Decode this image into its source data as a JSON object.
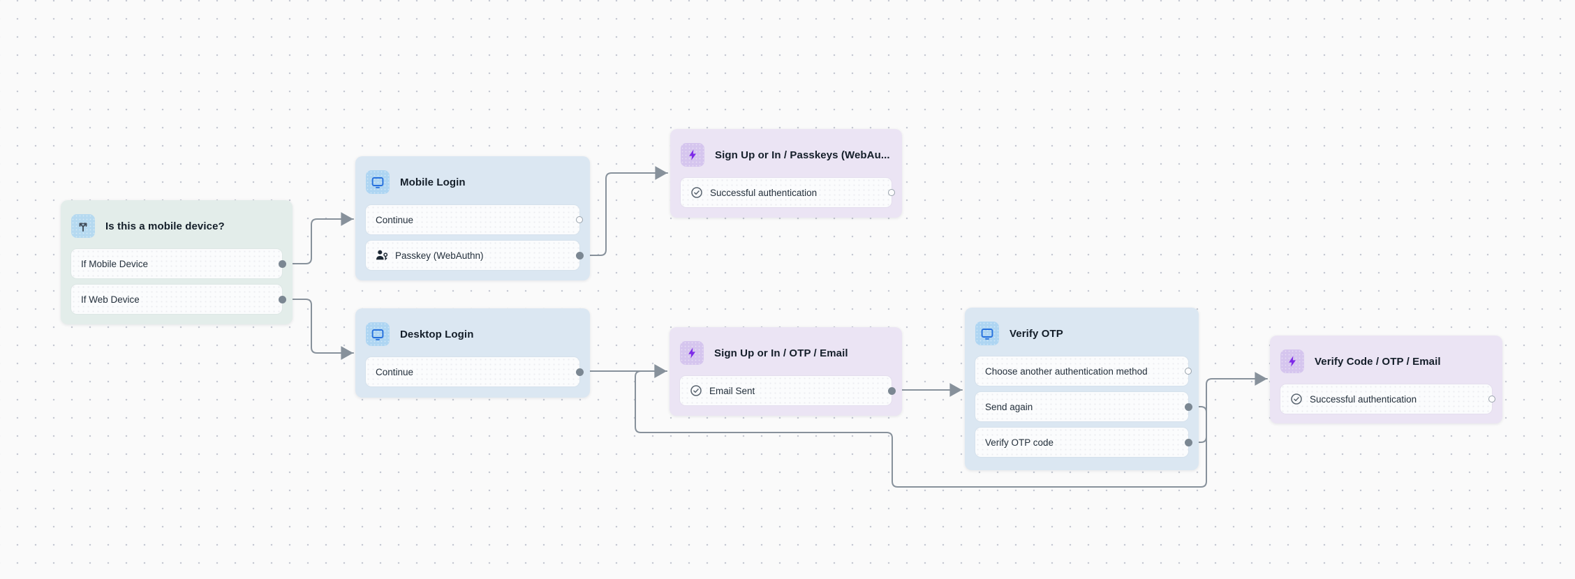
{
  "app": {
    "view": "authentication-flow-canvas"
  },
  "colors": {
    "canvas_background": "#fafafa",
    "grid_dot": "#c5c8d2",
    "condition_node": "#e3edea",
    "screen_node": "#dbe7f2",
    "action_node": "#ebe4f4",
    "condition_badge": "#b5d9f0",
    "screen_badge": "#aed5f2",
    "action_badge": "#d5c5ee",
    "screen_icon": "#2570dd",
    "action_icon": "#7d2ae8",
    "edge": "#87919b",
    "row_background": "#fbfcfd",
    "title_text": "#141e29",
    "row_text": "#232f3b"
  },
  "nodes": [
    {
      "id": "is-this-a-mobile-device",
      "type": "condition",
      "title": "Is this a mobile device?",
      "icon": "branch-icon",
      "rows": [
        {
          "label": "If Mobile Device",
          "port": "connected"
        },
        {
          "label": "If Web Device",
          "port": "connected"
        }
      ]
    },
    {
      "id": "mobile-login",
      "type": "screen",
      "title": "Mobile Login",
      "icon": "screen-icon",
      "rows": [
        {
          "label": "Continue",
          "port": "open"
        },
        {
          "label": "Passkey (WebAuthn)",
          "icon": "passkey-icon",
          "port": "connected"
        }
      ]
    },
    {
      "id": "sign-up-or-in-passkeys",
      "type": "action",
      "title": "Sign Up or In / Passkeys (WebAu...",
      "icon": "bolt-icon",
      "rows": [
        {
          "label": "Successful authentication",
          "icon": "check-icon",
          "port": "open"
        }
      ]
    },
    {
      "id": "desktop-login",
      "type": "screen",
      "title": "Desktop Login",
      "icon": "screen-icon",
      "rows": [
        {
          "label": "Continue",
          "port": "connected"
        }
      ]
    },
    {
      "id": "sign-up-or-in-otp-email",
      "type": "action",
      "title": "Sign Up or In / OTP / Email",
      "icon": "bolt-icon",
      "rows": [
        {
          "label": "Email Sent",
          "icon": "check-icon",
          "port": "connected"
        }
      ]
    },
    {
      "id": "verify-otp",
      "type": "screen",
      "title": "Verify OTP",
      "icon": "screen-icon",
      "rows": [
        {
          "label": "Choose another authentication method",
          "port": "open"
        },
        {
          "label": "Send again",
          "port": "connected"
        },
        {
          "label": "Verify OTP code",
          "port": "connected"
        }
      ]
    },
    {
      "id": "verify-code-otp-email",
      "type": "action",
      "title": "Verify Code / OTP / Email",
      "icon": "bolt-icon",
      "rows": [
        {
          "label": "Successful authentication",
          "icon": "check-icon",
          "port": "open"
        }
      ]
    }
  ],
  "edges": [
    {
      "from": "is-this-a-mobile-device",
      "from_port": "If Mobile Device",
      "to": "mobile-login"
    },
    {
      "from": "is-this-a-mobile-device",
      "from_port": "If Web Device",
      "to": "desktop-login"
    },
    {
      "from": "mobile-login",
      "from_port": "Passkey (WebAuthn)",
      "to": "sign-up-or-in-passkeys"
    },
    {
      "from": "desktop-login",
      "from_port": "Continue",
      "to": "sign-up-or-in-otp-email"
    },
    {
      "from": "sign-up-or-in-otp-email",
      "from_port": "Email Sent",
      "to": "verify-otp"
    },
    {
      "from": "verify-otp",
      "from_port": "Send again",
      "to": "sign-up-or-in-otp-email"
    },
    {
      "from": "verify-otp",
      "from_port": "Verify OTP code",
      "to": "verify-code-otp-email"
    }
  ]
}
